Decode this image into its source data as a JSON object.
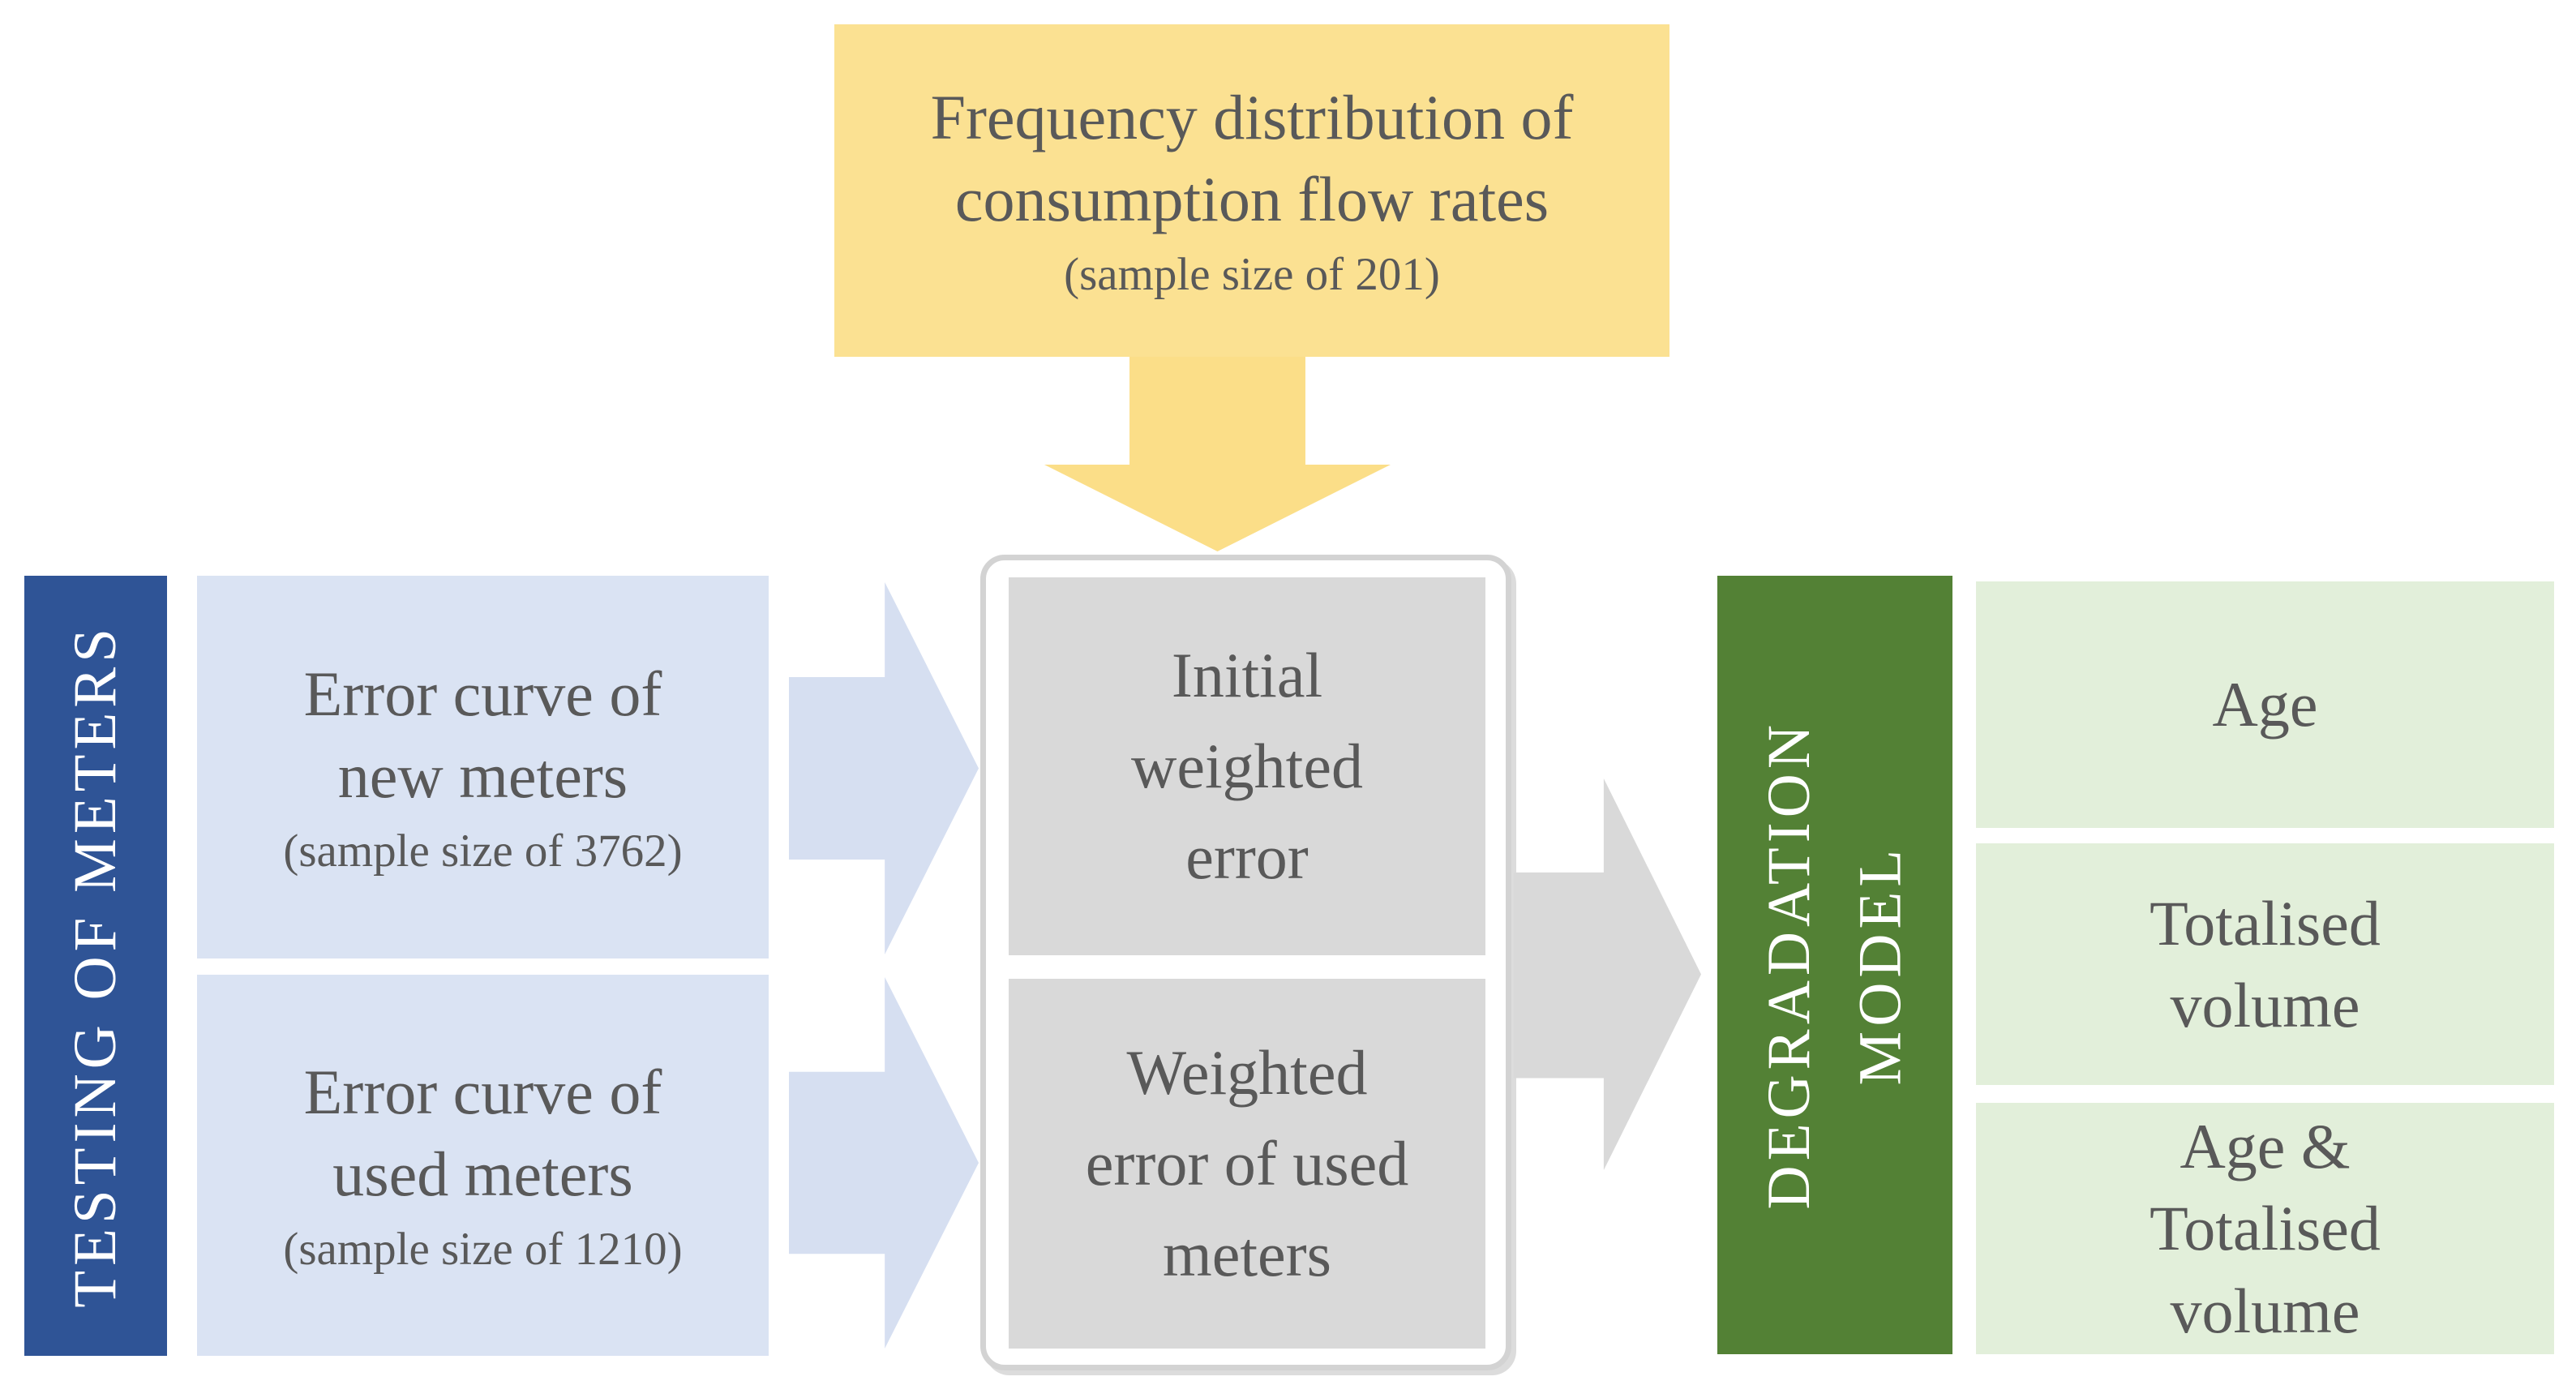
{
  "diagram": {
    "top_box": {
      "title": "Frequency distribution of\nconsumption flow rates",
      "subtitle": "(sample size of 201)"
    },
    "left_bar": {
      "label": "TESTING OF METERS"
    },
    "inputs": [
      {
        "title": "Error curve of\nnew meters",
        "subtitle": "(sample size of 3762)"
      },
      {
        "title": "Error curve of\nused meters",
        "subtitle": "(sample size of 1210)"
      }
    ],
    "center_boxes": [
      {
        "label": "Initial\nweighted\nerror"
      },
      {
        "label": "Weighted\nerror of used\nmeters"
      }
    ],
    "right_bar": {
      "label": "DEGRADATION\nMODEL"
    },
    "outputs": [
      {
        "label": "Age"
      },
      {
        "label": "Totalised\nvolume"
      },
      {
        "label": "Age &\nTotalised\nvolume"
      }
    ],
    "colors": {
      "yellow_box": "#FBE192",
      "yellow_arrow": "#FBDE88",
      "dark_blue_bar": "#2F5496",
      "light_blue_box": "#DAE3F3",
      "light_blue_arrow": "#D6DFF1",
      "gray_box": "#D9D9D9",
      "gray_container_border": "#D3D3D3",
      "green_bar": "#538135",
      "light_green_box": "#E2EFDA",
      "text": "#595959",
      "bar_text": "#FFFFFF"
    }
  }
}
